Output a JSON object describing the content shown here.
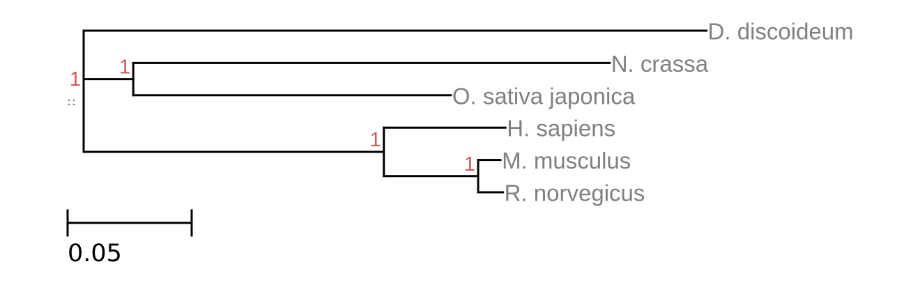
{
  "tree": {
    "leaves": [
      {
        "id": "ddis",
        "label": "D. discoideum"
      },
      {
        "id": "ncra",
        "label": "N. crassa"
      },
      {
        "id": "osat",
        "label": "O. sativa japonica"
      },
      {
        "id": "hsap",
        "label": "H. sapiens"
      },
      {
        "id": "mmus",
        "label": "M. musculus"
      },
      {
        "id": "rnor",
        "label": "R. norvegicus"
      }
    ],
    "branch_lengths": {
      "ddis": 0.251,
      "clade_fungi_plant": 0.02,
      "ncra": 0.192,
      "osat": 0.128,
      "clade_mammals": 0.121,
      "hsap": 0.049,
      "clade_rodents": 0.038,
      "mmus": 0.009,
      "rnor": 0.01
    },
    "support_values": {
      "root": "1",
      "clade_fungi_plant": "1",
      "clade_mammals": "1",
      "clade_rodents": "1"
    },
    "colors": {
      "branch": "#000000",
      "leaf_label": "#808080",
      "support": "#cd5c5c"
    }
  },
  "scale_bar": {
    "length": 0.05,
    "label": "0.05"
  }
}
